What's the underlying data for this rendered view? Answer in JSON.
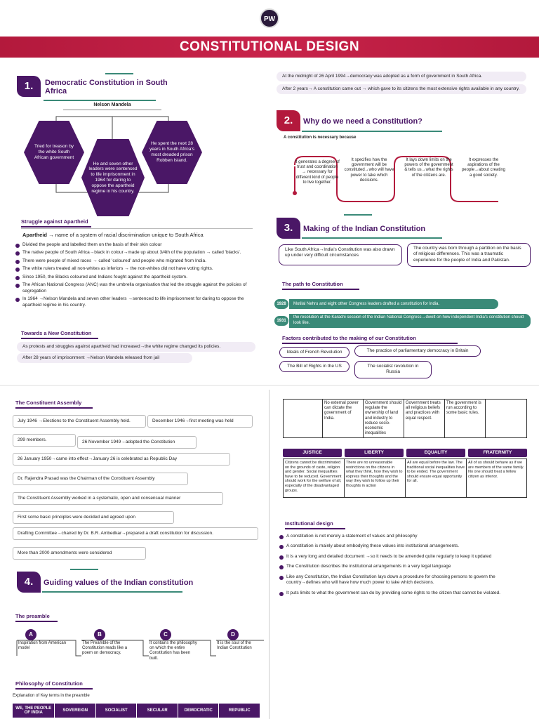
{
  "header": {
    "logo": "PW",
    "title": "CONSTITUTIONAL DESIGN"
  },
  "s1": {
    "num": "1.",
    "title": "Democratic Constitution in South Africa",
    "mandela": "Nelson Mandela",
    "hex": [
      "Tried for treason by the white South African government",
      "He and seven other leaders were sentenced to life imprisonment in 1964 for daring to oppose the apartheid regime in his country.",
      "He spent the next 28 years in South Africa's most dreaded prison Robben Island."
    ],
    "struggle": "Struggle against Apartheid",
    "apartheid_def_word": "Apartheid",
    "apartheid_def": "→ name of a system of racial discrimination unique to South Africa",
    "bullets": [
      "Divided the people and labelled them on the basis of their skin colour",
      "The native people of South Africa→black in colour→made up about 3/4th of the population → called 'blacks'.",
      "There were people of mixed races → called 'coloured' and people who migrated from India.",
      "The white rulers treated all non-whites as inferiors → the non-whites did not have voting rights.",
      "Since 1950, the Blacks coloured and Indians fought against the apartheid system.",
      "The African National Congress (ANC) was the umbrella organisation that led the struggle against the policies of segregation",
      "In 1964 →Nelson Mandela and seven other leaders →sentenced to life imprisonment for daring to oppose the apartheid regime in his country."
    ],
    "towards": "Towards a New Constitution",
    "towards_items": [
      "As protests and struggles against apartheid had increased→the white regime changed its policies.",
      "After 28 years of imprisonment →Nelson Mandela released from jail"
    ]
  },
  "right_top": [
    "At the midnight of 26 April 1994→democracy was adopted as a form of government in South Africa.",
    "After 2 years→ A constitution came out → which gave to its citizens the most extensive rights available in any country."
  ],
  "s2": {
    "num": "2.",
    "title": "Why do we need a Constitution?",
    "sub": "A constitution is necessary because",
    "items": [
      "It generates a degree of trust and coordination → necessary for different kind of people to live together.",
      "It specifies how the government will be constituted→who will have power to take which decisions.",
      "It lays down limits on the powers of the government & tells us→what the rights of the citizens are.",
      "It expresses the aspirations of the people→about creating a good society."
    ]
  },
  "s3": {
    "num": "3.",
    "title": "Making of the Indian Constitution",
    "box1": "Like South Africa→India's Constitution was also drawn up under very difficult circumstances",
    "box2": "The country was born through a partition on the basis of religious differences. This was a traumatic experience for the people of India and Pakistan.",
    "path": "The path to Constitution",
    "y1": "1928",
    "y1text": "Motilal Nehru and eight other Congress leaders drafted a constitution for India.",
    "y2": "1931",
    "y2text": "the resolution at the Karachi session of the Indian National Congress→dwelt on how independent India's constitution should look like.",
    "factors": "Factors contributed to the making of our Constitution",
    "f": [
      "Ideals of French Revolution",
      "The practice of parliamentary democracy in Britain",
      "The Bill of Rights in the US",
      "The socialist revolution in Russia"
    ]
  },
  "ca": {
    "title": "The Constituent Assembly",
    "items": [
      "July 1946 →Elections to the Constituent Assembly held.",
      "December 1946→first meeting was held",
      "299 members.",
      "26 November 1949→adopted the Constitution",
      "26 January 1950→came into effect→January 26 is celebrated as Republic Day",
      "Dr. Rajendra Prasad was the Chairman of the Constituent Assembly",
      "The Constituent Assembly worked in a systematic, open and consensual manner",
      "First some basic principles were decided and agreed upon",
      "Drafting Committee→chaired by Dr. B.R. Ambedkar→prepared a draft constitution for discussion.",
      "More than 2000 amendments were considered"
    ]
  },
  "s4": {
    "num": "4.",
    "title": "Guiding values of the Indian constitution",
    "preamble": "The preamble",
    "letters": [
      "A",
      "B",
      "C",
      "D"
    ],
    "cards": [
      "Inspiration from American model",
      "The Preamble of the Constitution reads like a poem on democracy.",
      "It contains the philosophy on which the entire Constitution has been built.",
      "It is the soul of the Indian Constitution"
    ],
    "philosophy": "Philosophy of Constitution",
    "explanation": "Explanation of Key terms in the preamble",
    "terms": [
      "WE, THE PEOPLE OF INDIA",
      "SOVEREIGN",
      "SOCIALIST",
      "SECULAR",
      "DEMOCRATIC",
      "REPUBLIC"
    ]
  },
  "right_bottom": {
    "table_cells": [
      "",
      "No external power can dictate the government of India.",
      "Government should regulate the ownership of land and industry to reduce socio-economic inequalities",
      "Government treats all religious beliefs and practices with equal respect.",
      "The government is run according to some basic rules.",
      ""
    ],
    "values": [
      {
        "h": "JUSTICE",
        "t": "Citizens cannot be discriminated on the grounds of caste, religion and gender. Social inequalities have to be reduced. Government should work for the welfare of all, especially of the disadvantaged groups."
      },
      {
        "h": "LIBERTY",
        "t": "There are no unreasonable restrictions on the citizens in what they think, how they wish to express their thoughts and the way they wish to follow up their thoughts in action"
      },
      {
        "h": "EQUALITY",
        "t": "All are equal before the law. The traditional social inequalities have to be ended. The government should ensure equal opportunity for all."
      },
      {
        "h": "FRATERNITY",
        "t": "All of us should behave as if we are members of the same family. No one should treat a fellow citizen as inferior."
      }
    ],
    "inst": "Institutional design",
    "inst_items": [
      "A constitution is not merely a statement of values and philosophy",
      "A constitution is mainly about embodying these values into institutional arrangements.",
      "It is a very long and detailed document →so it needs to be amended quite regularly to keep it updated",
      "The Constitution describes the institutional arrangements in a very legal language",
      "Like any Constitution, the Indian Constitution lays down a procedure for choosing persons to govern the country→defines who will have how much power to take which decisions.",
      "It puts limits to what the government can do by providing some rights to the citizen that cannot be violated."
    ]
  }
}
